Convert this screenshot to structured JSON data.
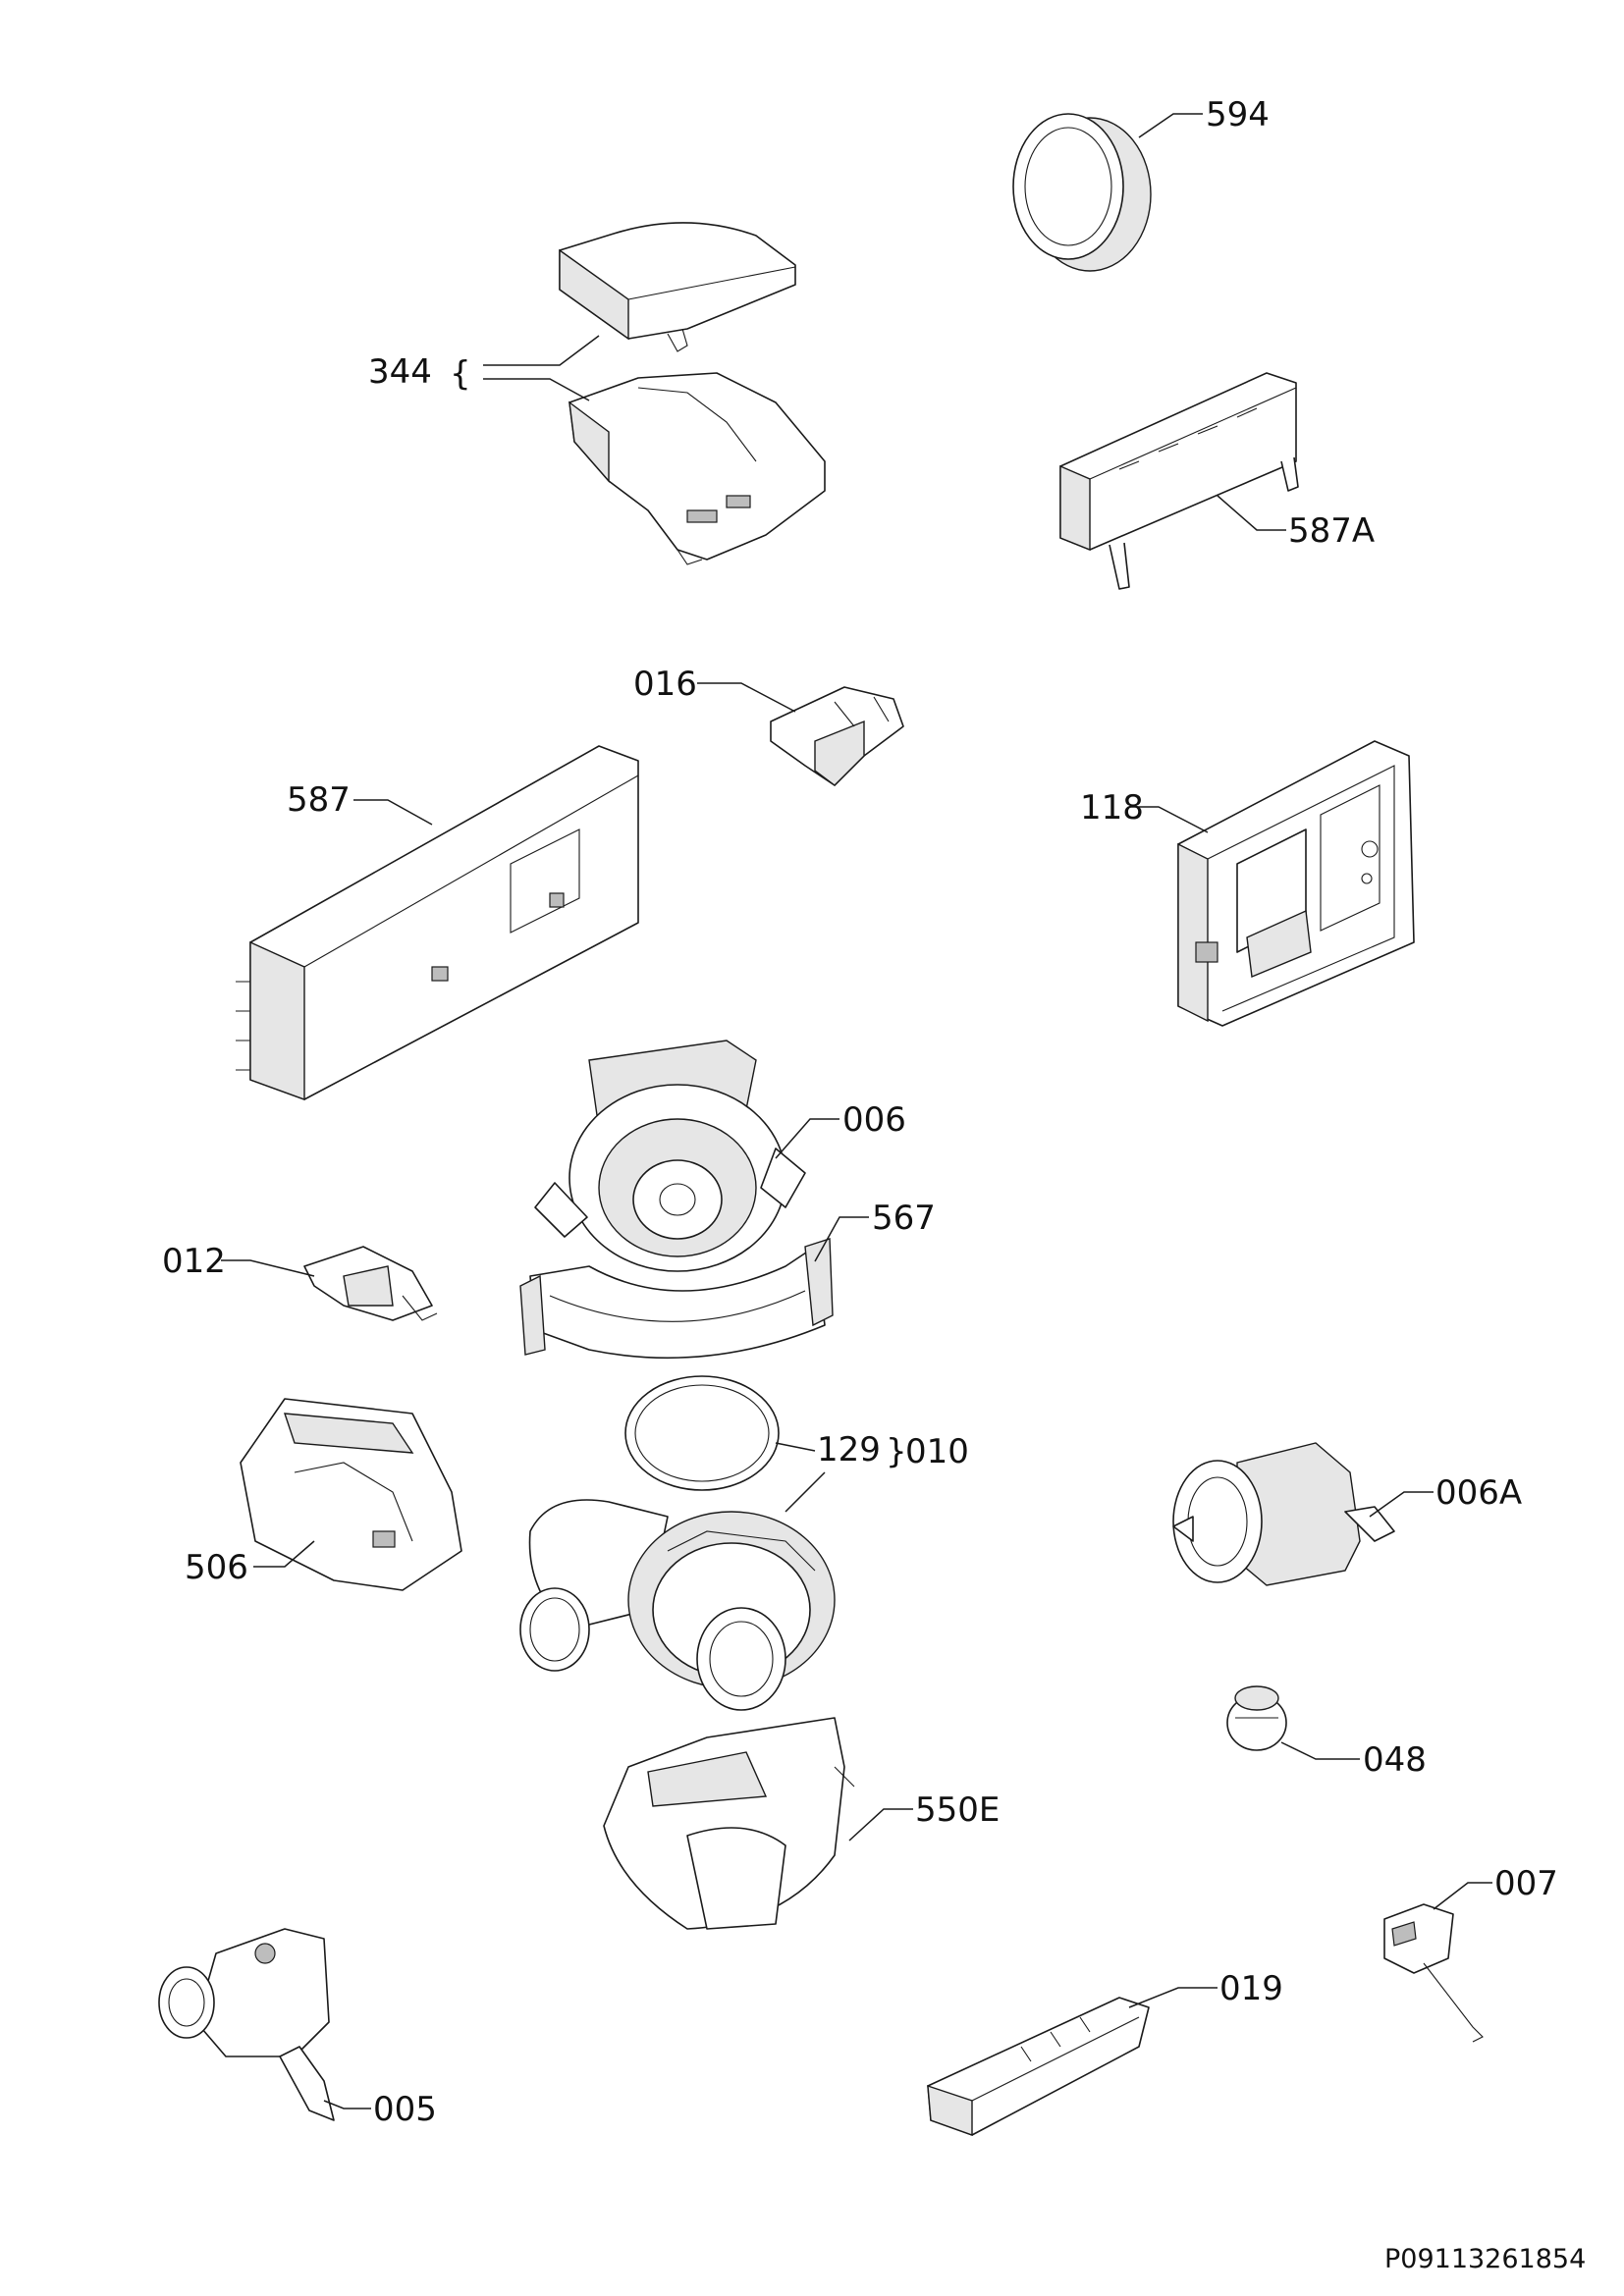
{
  "diagram": {
    "labels": {
      "p594": "594",
      "p344": "344",
      "p587A": "587A",
      "p016": "016",
      "p587": "587",
      "p118": "118",
      "p006": "006",
      "p567": "567",
      "p012": "012",
      "p129": "129",
      "p010": "010",
      "p006A": "006A",
      "p506": "506",
      "p048": "048",
      "p550E": "550E",
      "p007": "007",
      "p019": "019",
      "p005": "005"
    },
    "reference_code": "P09113261854"
  }
}
